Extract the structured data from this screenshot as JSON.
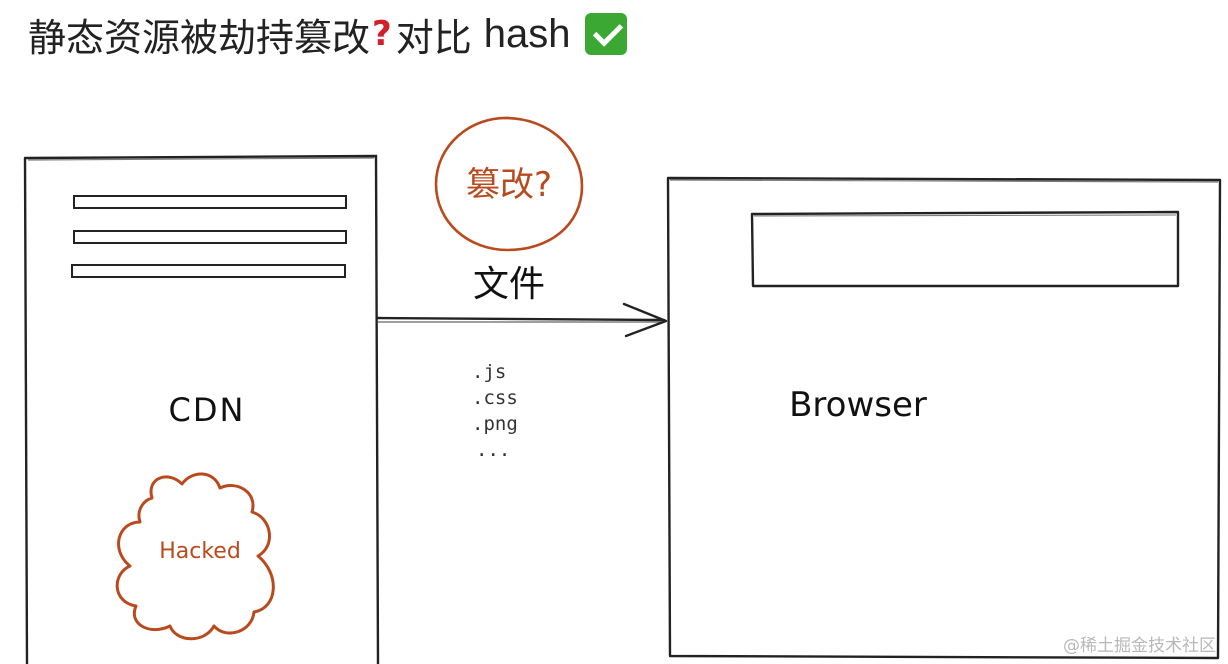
{
  "title": {
    "prefix": "静态资源被劫持篡改",
    "question_mark": "❓",
    "middle": "对比",
    "hash_word": "hash",
    "check_icon": "check-mark-button-icon",
    "check_color": "#3aa832"
  },
  "cdn": {
    "label": "CDN",
    "badge": "Hacked",
    "badge_color": "#b94a1e"
  },
  "tamper_circle": {
    "label": "篡改?",
    "color": "#b94a1e"
  },
  "arrow": {
    "label": "文件",
    "file_types": [
      ".js",
      ".css",
      ".png",
      "..."
    ]
  },
  "browser": {
    "label": "Browser"
  },
  "watermark": "@稀土掘金技术社区"
}
